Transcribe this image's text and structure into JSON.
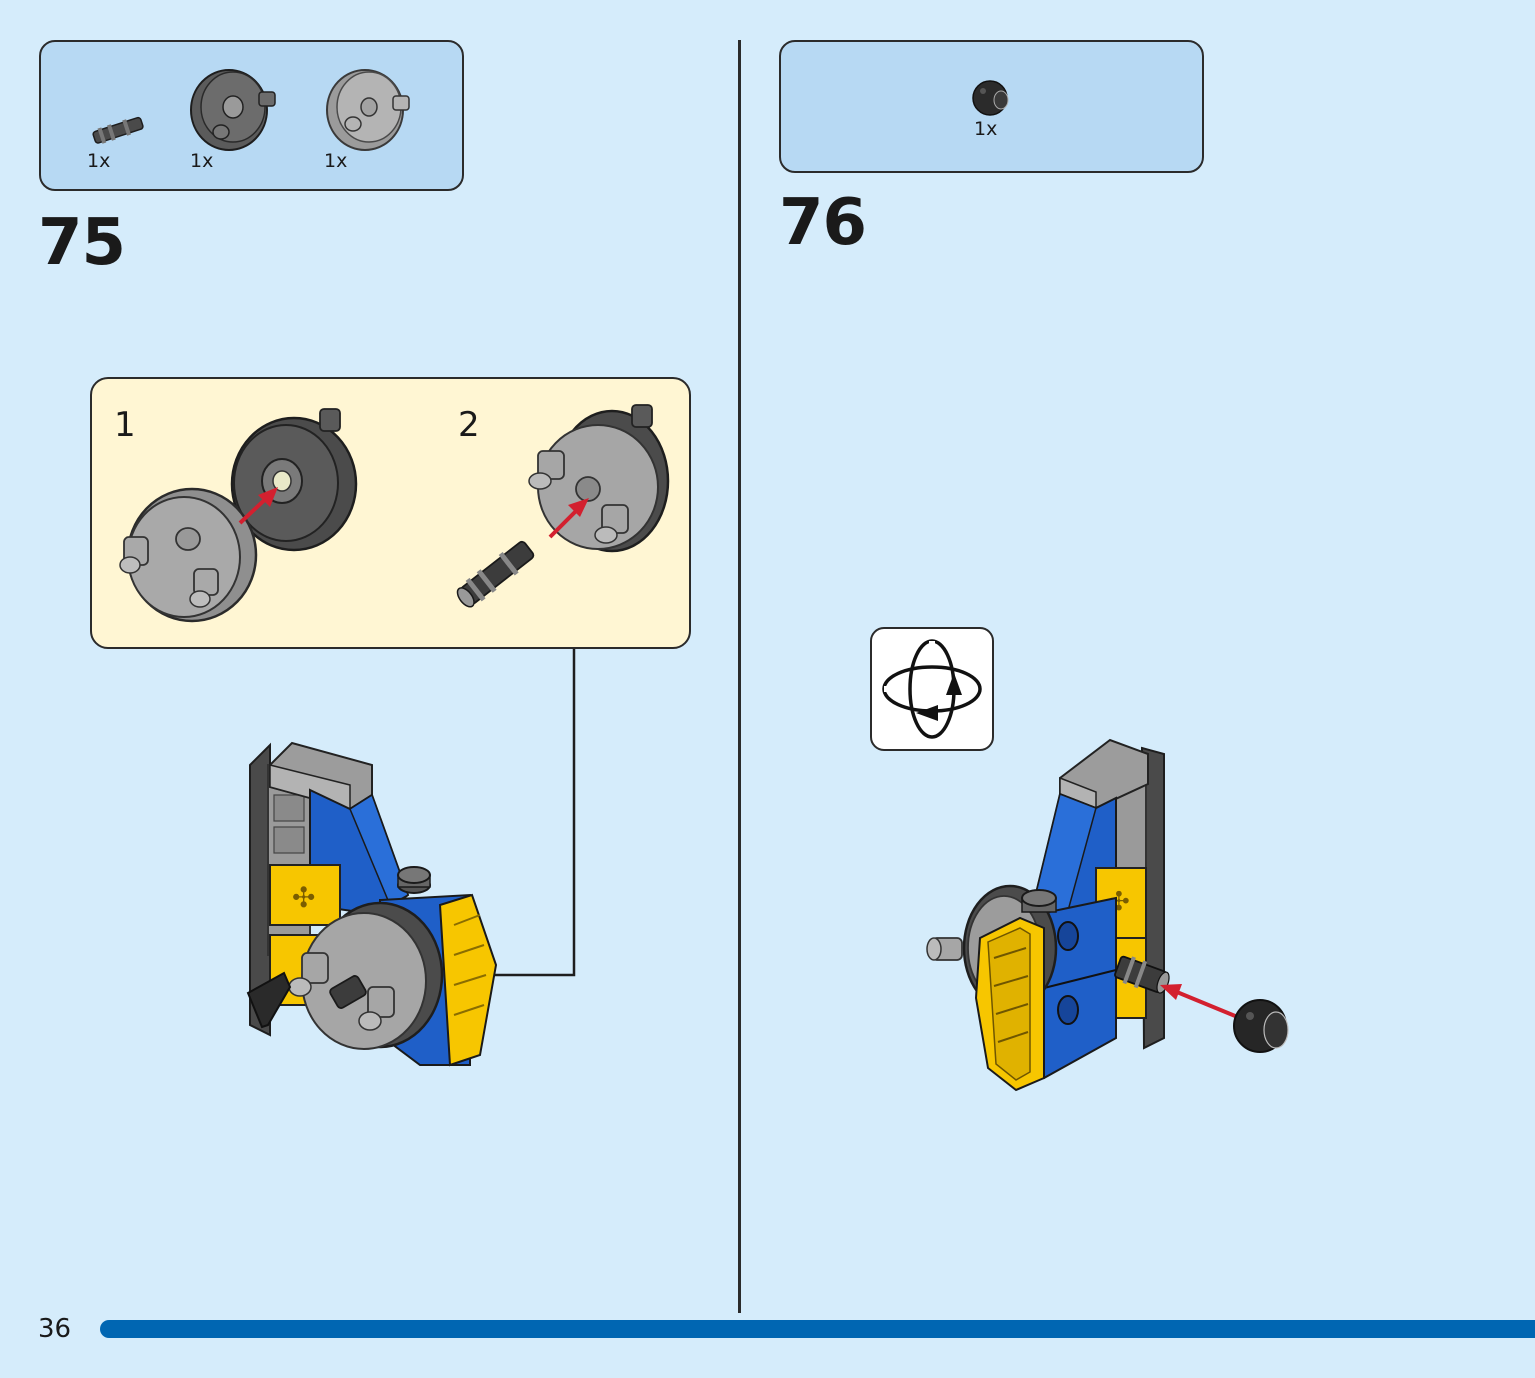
{
  "page": {
    "number": "36"
  },
  "steps": [
    {
      "number": "75",
      "parts": [
        {
          "qty": "1x",
          "icon": "axle-pin-icon"
        },
        {
          "qty": "1x",
          "icon": "dark-gray-wheel-hub-icon"
        },
        {
          "qty": "1x",
          "icon": "light-gray-wheel-disc-icon"
        }
      ],
      "substeps": [
        {
          "number": "1"
        },
        {
          "number": "2"
        }
      ]
    },
    {
      "number": "76",
      "parts": [
        {
          "qty": "1x",
          "icon": "black-ball-joint-icon"
        }
      ],
      "rotate_hint": {
        "icon": "rotate-model-icon"
      }
    }
  ],
  "colors": {
    "background": "#d5ecfb",
    "parts_box": "#b7d9f3",
    "substep_box": "#fff6d3",
    "arrow_red": "#d3202f",
    "brick_blue": "#1f5fc8",
    "brick_yellow": "#f7c600",
    "page_bar": "#0066b2"
  }
}
